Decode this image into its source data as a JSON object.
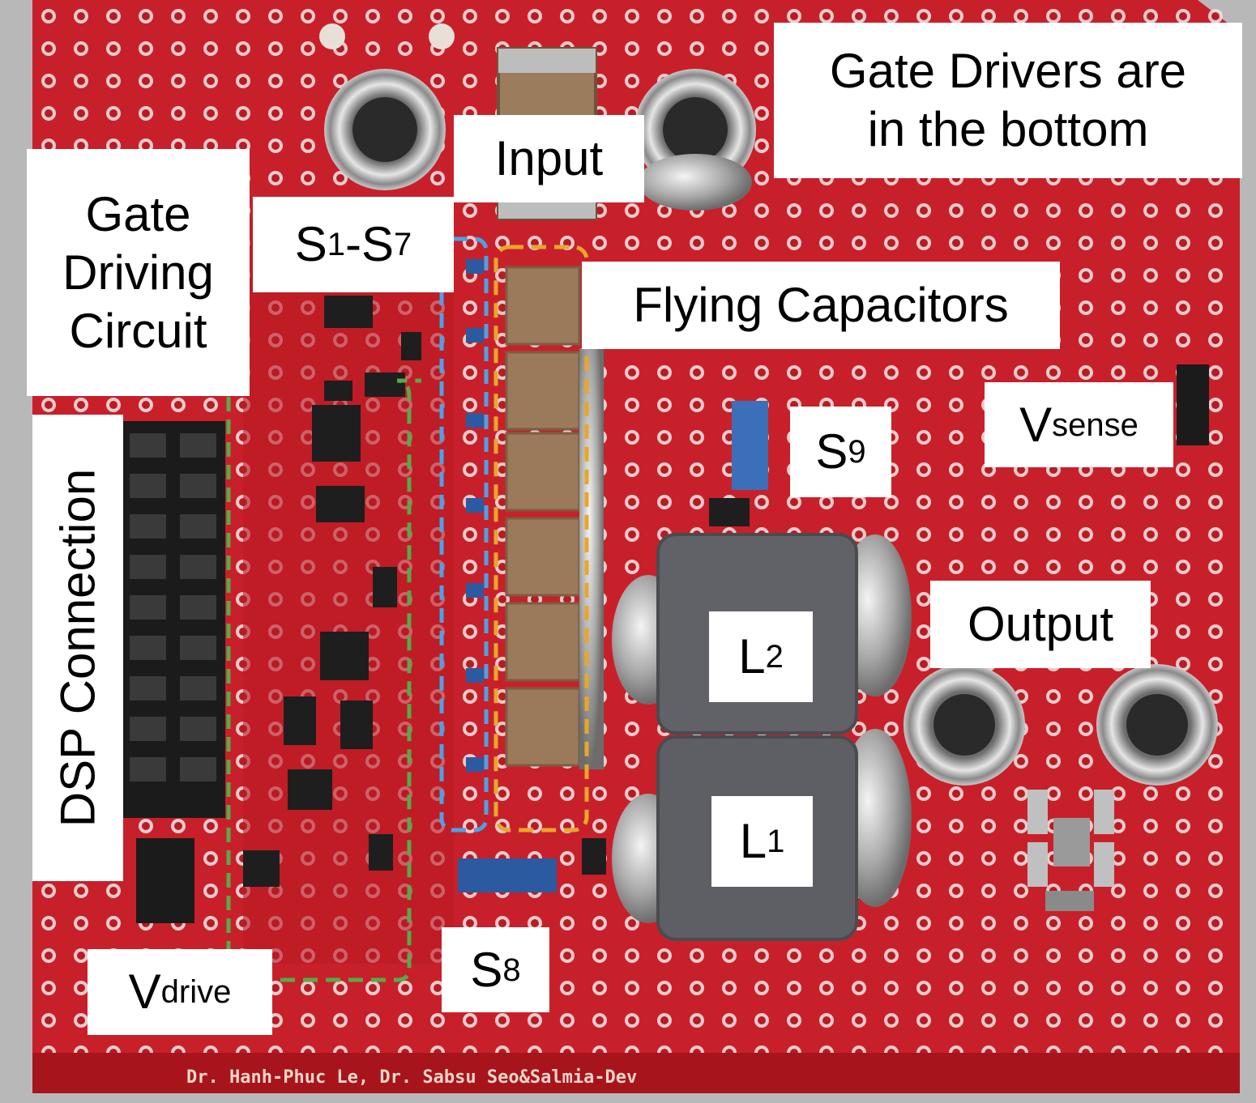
{
  "labels": {
    "gate_drivers_note": [
      "Gate Drivers are",
      "in the bottom"
    ],
    "input": "Input",
    "gate_driving_circuit": [
      "Gate",
      "Driving",
      "Circuit"
    ],
    "switches_s1_s7": {
      "main1": "S",
      "sub1": "1",
      "dash": "-",
      "main2": "S",
      "sub2": "7"
    },
    "flying_capacitors": "Flying Capacitors",
    "s9": {
      "main": "S",
      "sub": "9"
    },
    "v_sense": {
      "main": "V",
      "sub": "sense"
    },
    "dsp_connection": "DSP Connection",
    "l2": {
      "main": "L",
      "sub": "2"
    },
    "output": "Output",
    "l1": {
      "main": "L",
      "sub": "1"
    },
    "v_drive": {
      "main": "V",
      "sub": "drive"
    },
    "s8": {
      "main": "S",
      "sub": "8"
    }
  },
  "silkscreen_credit": "Dr. Hanh-Phuc Le, Dr. Sabsu Seo&Salmia-Dev",
  "colors": {
    "pcb_red": "#c8202a",
    "pcb_dark": "#a5141d",
    "pad_hole": "#f3e6e6",
    "capacitor": "#9a7a5a",
    "inductor": "#5f6166",
    "connector_black": "#1b1b1b",
    "outline_green": "#5aa84a",
    "outline_blue": "#4aa3e6",
    "outline_orange": "#e8a72a",
    "label_bg": "#ffffff"
  }
}
